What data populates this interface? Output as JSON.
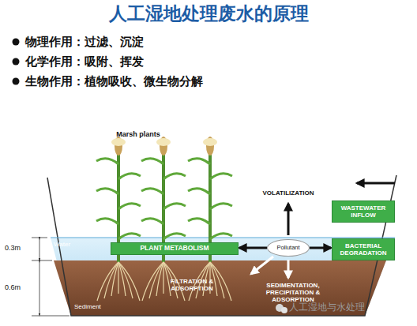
{
  "diagram": {
    "title": "人工湿地处理废水的原理",
    "nodes": [
      {
        "text": [
          "WASTEWATER INFLOW"
        ]
      },
      {
        "text": [
          "PLANT METABOLISM"
        ]
      },
      {
        "text": [
          "Pollutant"
        ]
      },
      {
        "text": [
          "BACTERIAL DEGRADATION"
        ]
      }
    ],
    "edges": [
      {
        "from": 2,
        "to": 1,
        "arrow": "to"
      },
      {
        "from": 2,
        "to": 3,
        "arrow": "to"
      }
    ],
    "labels": [
      "物理作用：过滤、沉淀",
      "化学作用：吸附、挥发",
      "生物作用：植物吸收、微生物分解",
      "Marsh plants",
      "VOLATILIZATION",
      "Water",
      "0.3m",
      "0.6m",
      "Sediment",
      "FILTRATION & ADSORPTION",
      "SEDIMENTATION, PRECIPITATION & ADSORPTION",
      "人工湿地与水处理"
    ]
  }
}
